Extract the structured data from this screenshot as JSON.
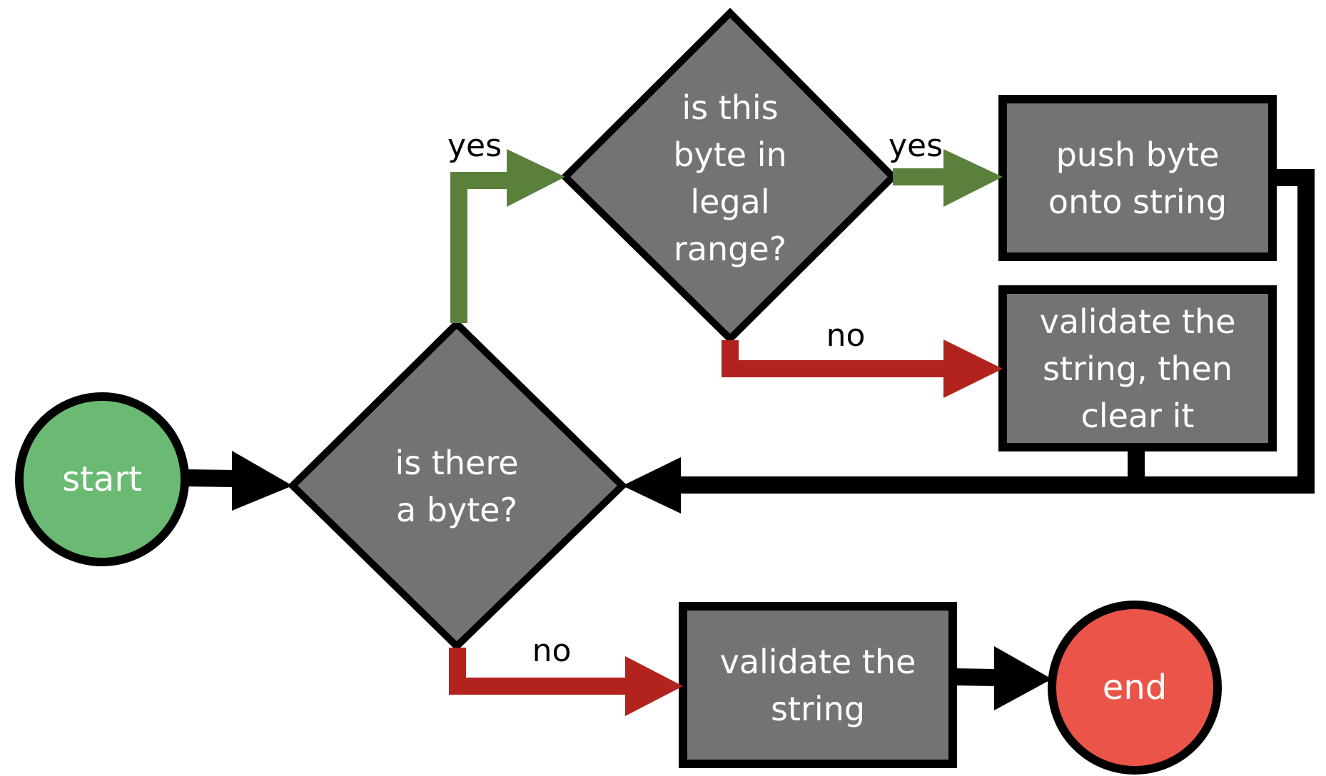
{
  "colors": {
    "start": "#6aba73",
    "end": "#eb5449",
    "node_fill": "#737373",
    "border": "#000000",
    "yes_arrow": "#5b803c",
    "no_arrow": "#b2231e",
    "flow_arrow": "#000000"
  },
  "nodes": {
    "start": "start",
    "is_there_byte": "is there\na byte?",
    "is_byte_legal": "is this\nbyte in\nlegal\nrange?",
    "push_byte": "push byte\nonto string",
    "validate_clear": "validate the\nstring, then\nclear it",
    "validate_string": "validate the\nstring",
    "end": "end"
  },
  "labels": {
    "yes_upper": "yes",
    "yes_right": "yes",
    "no_upper": "no",
    "no_lower": "no"
  }
}
